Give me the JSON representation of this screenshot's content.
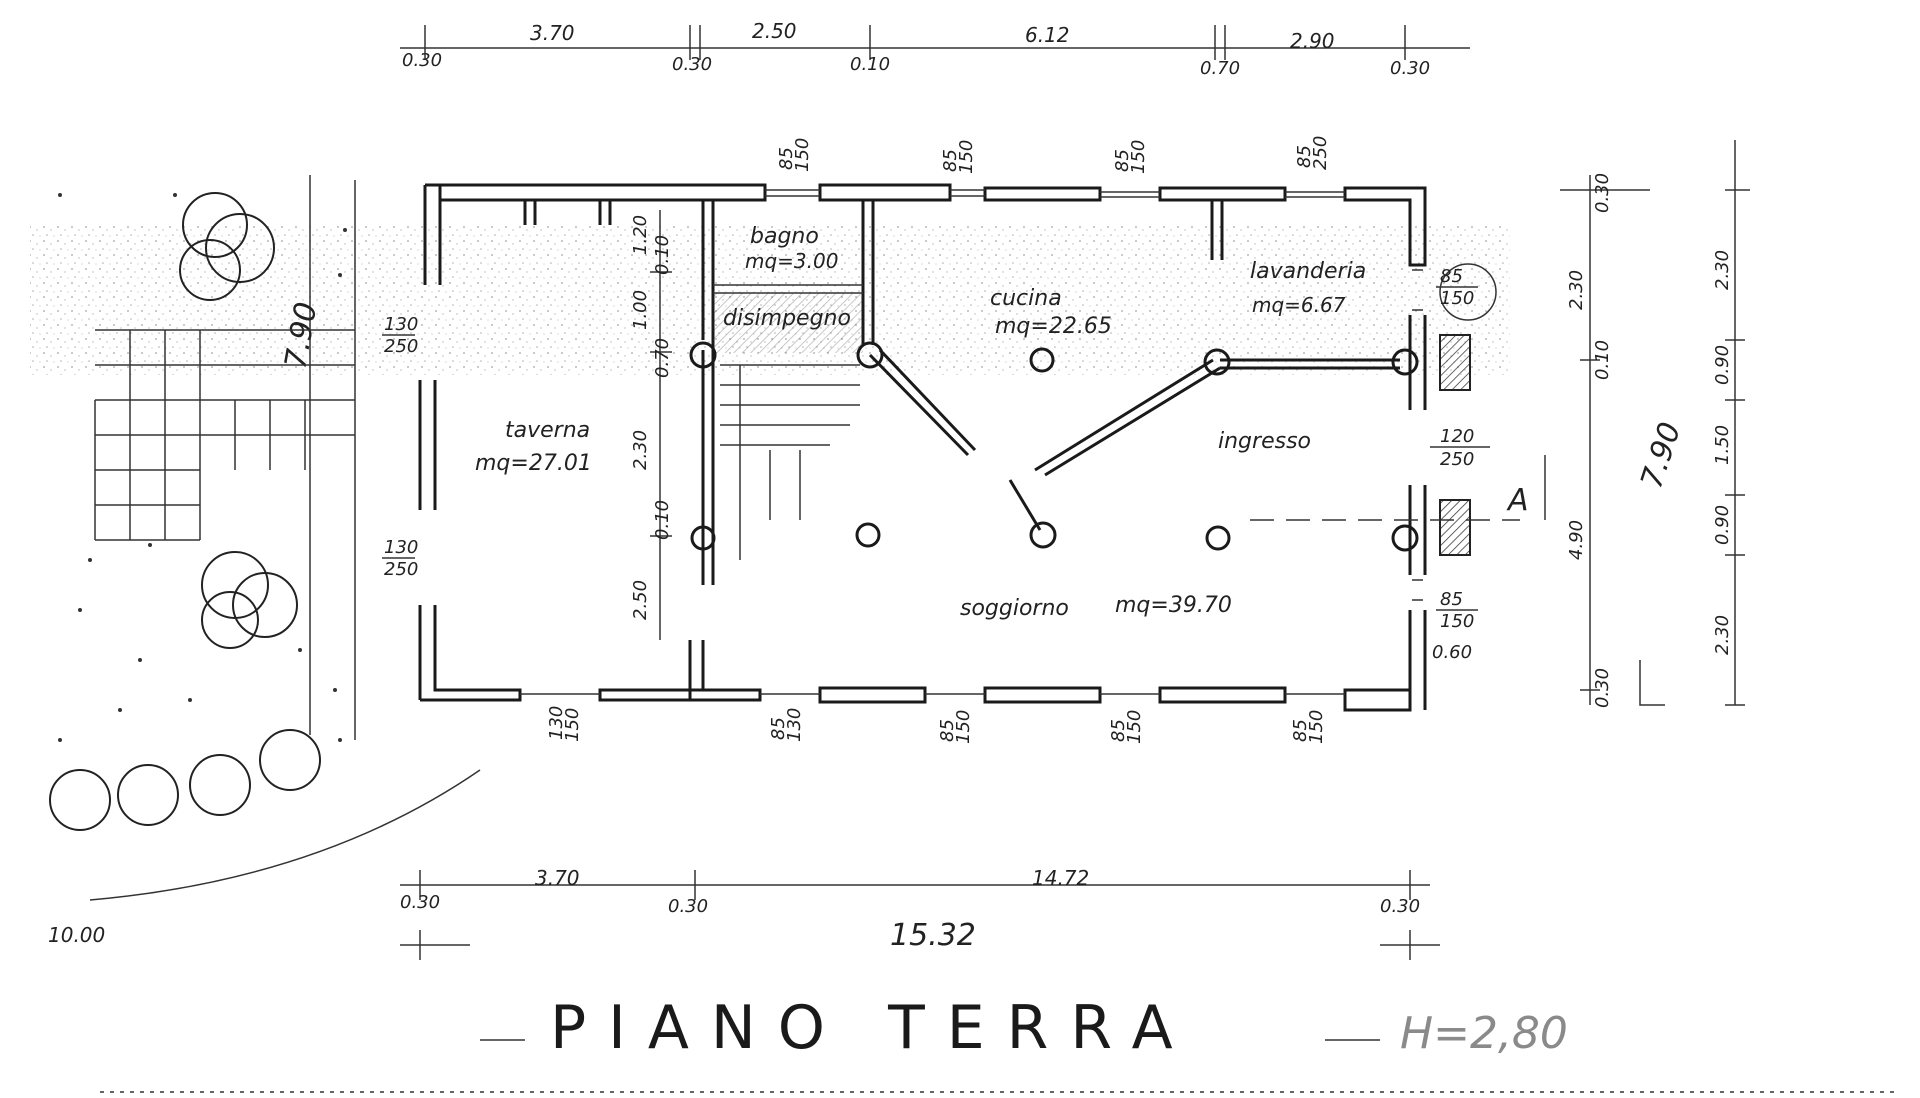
{
  "drawing": {
    "title": "PIANO TERRA",
    "height_note": "H=2,80"
  },
  "rooms": {
    "bagno": {
      "name": "bagno",
      "area": "mq=3.00"
    },
    "disimpegno": {
      "name": "disimpegno"
    },
    "cucina": {
      "name": "cucina",
      "area": "mq=22.65"
    },
    "lavanderia": {
      "name": "lavanderia",
      "area": "mq=6.67"
    },
    "taverna": {
      "name": "taverna",
      "area": "mq=27.01"
    },
    "ingresso": {
      "name": "ingresso"
    },
    "soggiorno": {
      "name": "soggiorno",
      "area": "mq=39.70"
    }
  },
  "dimensions": {
    "top": [
      "3.70",
      "2.50",
      "6.12",
      "2.90"
    ],
    "top_wall": [
      "0.30",
      "0.30",
      "0.10",
      "0.70",
      "0.30"
    ],
    "bottom": [
      "3.70",
      "14.72"
    ],
    "bottom_wall": [
      "0.30",
      "0.30",
      "0.30"
    ],
    "total_width": "15.32",
    "garden_width": "10.00",
    "depth": "7.90",
    "left_side": [
      "1.20",
      "0.10",
      "1.00",
      "0.70",
      "2.30",
      "0.10",
      "2.50"
    ],
    "right_inner": [
      "0.30",
      "2.30",
      "0.10",
      "4.90",
      "0.30"
    ],
    "right_outer": [
      "2.30",
      "0.90",
      "1.50",
      "0.90",
      "2.30"
    ],
    "section_mark": "A",
    "window_top": [
      {
        "w": "85",
        "h": "150"
      },
      {
        "w": "85",
        "h": "150"
      },
      {
        "w": "85",
        "h": "150"
      },
      {
        "w": "85",
        "h": "250"
      }
    ],
    "window_bottom": [
      {
        "w": "130",
        "h": "150"
      },
      {
        "w": "85",
        "h": "130"
      },
      {
        "w": "85",
        "h": "150"
      },
      {
        "w": "85",
        "h": "150"
      },
      {
        "w": "85",
        "h": "150"
      }
    ],
    "window_left": [
      {
        "w": "130",
        "h": "250"
      },
      {
        "w": "130",
        "h": "250"
      }
    ],
    "window_right": [
      {
        "w": "85",
        "h": "150"
      },
      {
        "w": "120",
        "h": "250"
      },
      {
        "w": "85",
        "h": "150"
      }
    ],
    "misc": "0.60"
  }
}
